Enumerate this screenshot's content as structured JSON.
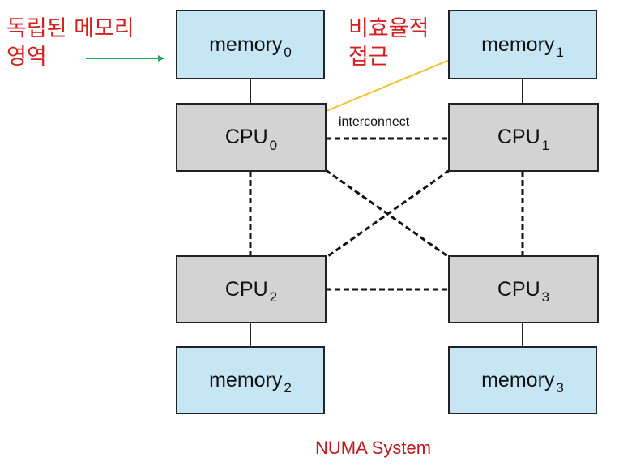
{
  "diagram": {
    "memories": [
      {
        "label": "memory",
        "sub": "0"
      },
      {
        "label": "memory",
        "sub": "1"
      },
      {
        "label": "memory",
        "sub": "2"
      },
      {
        "label": "memory",
        "sub": "3"
      }
    ],
    "cpus": [
      {
        "label": "CPU",
        "sub": "0"
      },
      {
        "label": "CPU",
        "sub": "1"
      },
      {
        "label": "CPU",
        "sub": "2"
      },
      {
        "label": "CPU",
        "sub": "3"
      }
    ],
    "interconnect_label": "interconnect",
    "caption": "NUMA System",
    "annotations": {
      "local_line1": "독립된 메모리",
      "local_line2": "영역",
      "remote_line1": "비효율적",
      "remote_line2": "접근"
    },
    "colors": {
      "memory_fill": "#c6e6f6",
      "cpu_fill": "#d3d3d3",
      "annotation_text": "#d42020",
      "local_arrow": "#22aa55",
      "remote_arrow": "#f2c230"
    }
  }
}
